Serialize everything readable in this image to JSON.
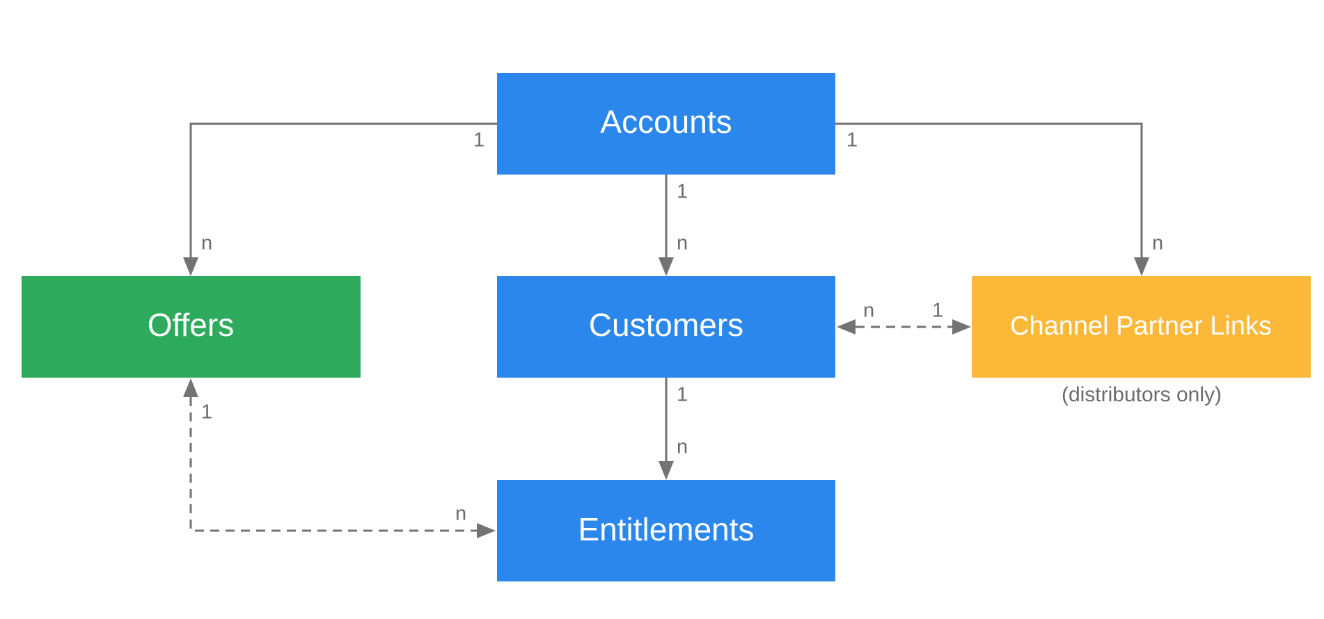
{
  "diagram": {
    "colors": {
      "blue": "#2b87ec",
      "green": "#2eaa5c",
      "yellow": "#fcb838",
      "edge": "#737373",
      "text_muted": "#6b6b6b"
    },
    "nodes": {
      "accounts": {
        "label": "Accounts",
        "color": "#2b87ec"
      },
      "offers": {
        "label": "Offers",
        "color": "#2eaa5c"
      },
      "customers": {
        "label": "Customers",
        "color": "#2b87ec"
      },
      "channel_partner_links": {
        "label": "Channel Partner Links",
        "color": "#fcb838",
        "note": "(distributors only)"
      },
      "entitlements": {
        "label": "Entitlements",
        "color": "#2b87ec"
      }
    },
    "edges": {
      "accounts_offers": {
        "from_card": "1",
        "to_card": "n",
        "style": "solid"
      },
      "accounts_customers": {
        "from_card": "1",
        "to_card": "n",
        "style": "solid"
      },
      "accounts_channel_partner_links": {
        "from_card": "1",
        "to_card": "n",
        "style": "solid"
      },
      "customers_channel_partner_links": {
        "from_card": "n",
        "to_card": "1",
        "style": "dashed"
      },
      "customers_entitlements": {
        "from_card": "1",
        "to_card": "n",
        "style": "solid"
      },
      "offers_entitlements": {
        "from_card": "1",
        "to_card": "n",
        "style": "dashed"
      }
    }
  }
}
